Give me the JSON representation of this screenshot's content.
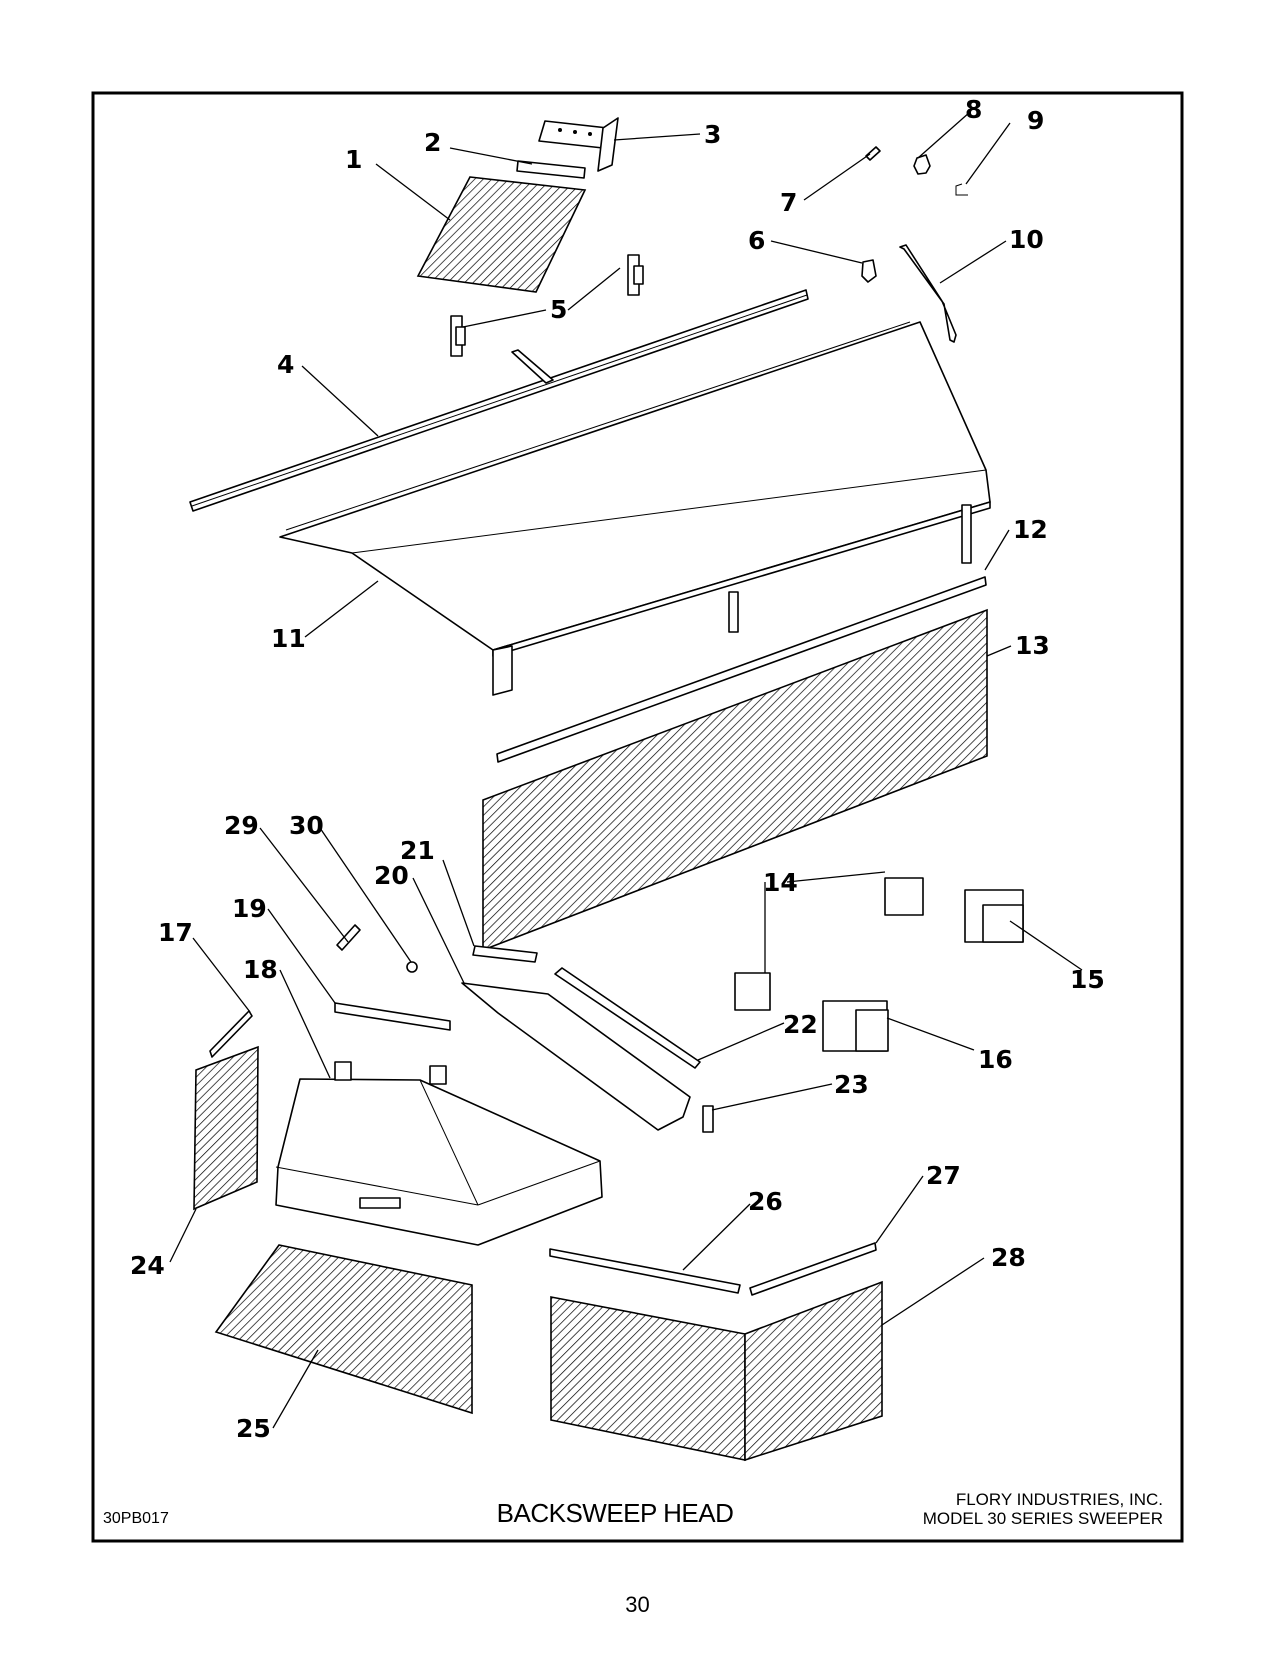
{
  "drawing_number": "30PB017",
  "title": "BACKSWEEP HEAD",
  "company_line1": "FLORY INDUSTRIES, INC.",
  "company_line2": "MODEL 30 SERIES SWEEPER",
  "page_number": "30",
  "callouts": [
    "1",
    "2",
    "3",
    "4",
    "5",
    "6",
    "7",
    "8",
    "9",
    "10",
    "11",
    "12",
    "13",
    "14",
    "15",
    "16",
    "17",
    "18",
    "19",
    "20",
    "21",
    "22",
    "23",
    "24",
    "25",
    "26",
    "27",
    "28",
    "29",
    "30"
  ]
}
